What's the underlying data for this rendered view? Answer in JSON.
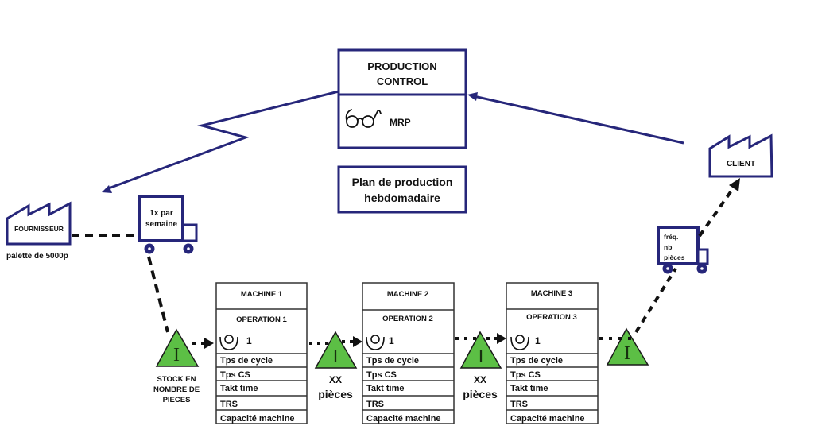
{
  "production_control": {
    "title_line1": "PRODUCTION",
    "title_line2": "CONTROL",
    "system_label": "MRP",
    "icon": "glasses-icon"
  },
  "plan_box": {
    "line1": "Plan de production",
    "line2": "hebdomadaire"
  },
  "supplier": {
    "label": "FOURNISSEUR",
    "note": "palette de 5000p",
    "icon": "factory-icon"
  },
  "supplier_truck": {
    "line1": "1x par",
    "line2": "semaine",
    "icon": "truck-icon"
  },
  "client": {
    "label": "CLIENT",
    "icon": "factory-icon"
  },
  "client_truck": {
    "line1": "fréq.",
    "line2": "nb",
    "line3": "pièces",
    "icon": "truck-icon"
  },
  "inventory": [
    {
      "symbol": "I",
      "label_lines": [
        "STOCK EN",
        "NOMBRE DE",
        "PIECES"
      ]
    },
    {
      "symbol": "I",
      "label_lines": [
        "XX",
        "pièces"
      ]
    },
    {
      "symbol": "I",
      "label_lines": [
        "XX",
        "pièces"
      ]
    },
    {
      "symbol": "I",
      "label_lines": []
    }
  ],
  "processes": [
    {
      "machine": "MACHINE 1",
      "operation": "OPERATION 1",
      "operators": "1",
      "rows": [
        "Tps de cycle",
        "Tps CS",
        "Takt time",
        "TRS",
        "Capacité machine"
      ]
    },
    {
      "machine": "MACHINE 2",
      "operation": "OPERATION 2",
      "operators": "1",
      "rows": [
        "Tps de cycle",
        "Tps CS",
        "Takt time",
        "TRS",
        "Capacité machine"
      ]
    },
    {
      "machine": "MACHINE 3",
      "operation": "OPERATION 3",
      "operators": "1",
      "rows": [
        "Tps de cycle",
        "Tps CS",
        "Takt time",
        "TRS",
        "Capacité machine"
      ]
    }
  ],
  "colors": {
    "info_flow": "#26267a",
    "inventory_fill": "#5cbf45",
    "material_flow": "#111111"
  }
}
